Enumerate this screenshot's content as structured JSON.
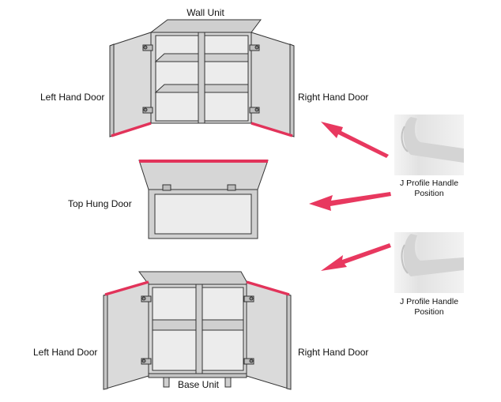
{
  "labels": {
    "wall_unit": "Wall Unit",
    "base_unit": "Base Unit",
    "top_left_door": "Left Hand Door",
    "top_right_door": "Right Hand Door",
    "top_hung_door": "Top Hung Door",
    "bottom_left_door": "Left Hand Door",
    "bottom_right_door": "Right Hand Door"
  },
  "handle_captions": [
    {
      "line1": "J Profile Handle",
      "line2": "Position"
    },
    {
      "line1": "J Profile Handle",
      "line2": "Position"
    }
  ],
  "colors": {
    "highlight": "#e2335a",
    "arrow": "#e8385f",
    "outline": "#333333",
    "panel": "#d9d9d9",
    "interior": "#ebebeb"
  }
}
